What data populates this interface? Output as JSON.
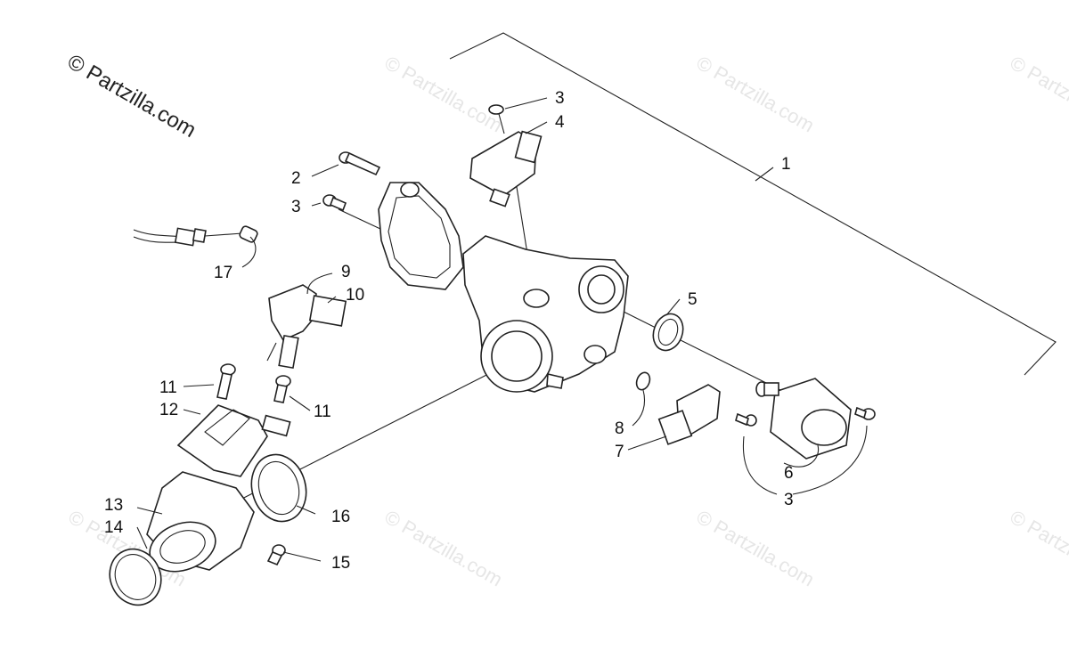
{
  "copyright": "© Partzilla.com",
  "watermark_text": "© Partzilla.com",
  "callouts": {
    "c1": "1",
    "c2": "2",
    "c3a": "3",
    "c3b": "3",
    "c3c": "3",
    "c4": "4",
    "c5": "5",
    "c6": "6",
    "c7": "7",
    "c8": "8",
    "c9": "9",
    "c10": "10",
    "c11a": "11",
    "c11b": "11",
    "c12": "12",
    "c13": "13",
    "c14": "14",
    "c15": "15",
    "c16": "16",
    "c17": "17"
  }
}
